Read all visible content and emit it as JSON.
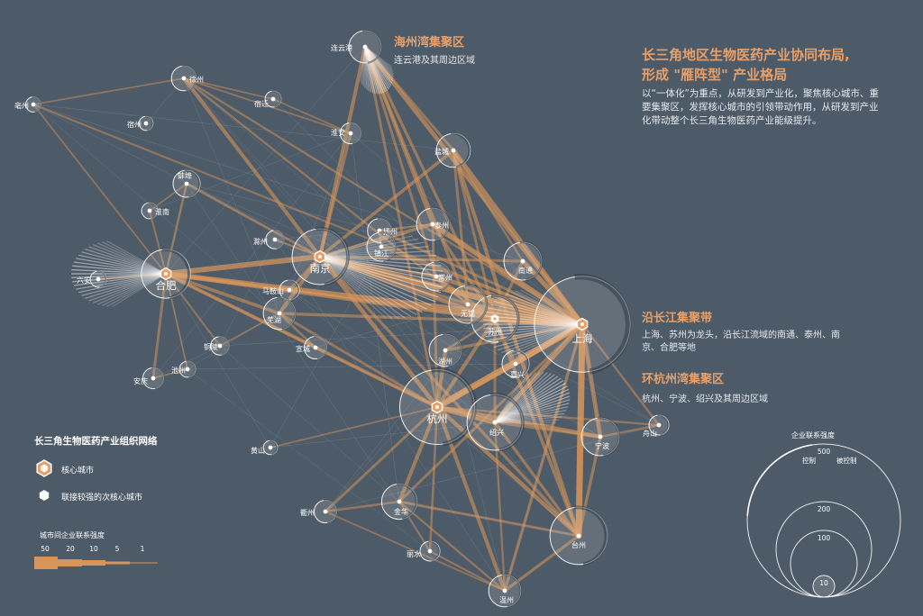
{
  "title_line1": "长三角地区生物医药产业协同布局,",
  "title_line2": "形成 \"雁阵型\" 产业格局",
  "description": "以“一体化”为重点，从研发到产业化，聚焦核心城市、重要集聚区，发挥核心城市的引领带动作用，从研发到产业化带动整个长三角生物医药产业能级提升。",
  "regions": [
    {
      "id": "haizhou",
      "name": "海州湾集聚区",
      "desc": "连云港及其周边区域"
    },
    {
      "id": "yanjiang",
      "name": "沿长江集聚带",
      "desc": "上海、苏州为龙头，沿长江流域的南通、泰州、南京、合肥等地"
    },
    {
      "id": "hangzhouwan",
      "name": "环杭州湾集聚区",
      "desc": "杭州、宁波、绍兴及其周边区域"
    }
  ],
  "legend": {
    "title": "长三角生物医药产业组织网络",
    "core_label": "核心城市",
    "sub_label": "联接较强的次核心城市",
    "link_title": "城市间企业联系强度",
    "link_ticks": [
      "50",
      "20",
      "10",
      "5",
      "1"
    ],
    "strength_title": "企业联系强度",
    "strength_ticks": [
      "500",
      "200",
      "100",
      "10"
    ],
    "control_label": "控制",
    "controlled_label": "被控制"
  },
  "colors": {
    "background": "#4d5a67",
    "accent": "#e9a068",
    "link": "#d7955a",
    "node": "#ffffff"
  },
  "cities": [
    {
      "id": "shanghai",
      "name": "上海",
      "type": "core",
      "strength": 500
    },
    {
      "id": "nanjing",
      "name": "南京",
      "type": "core",
      "strength": 150
    },
    {
      "id": "hefei",
      "name": "合肥",
      "type": "core",
      "strength": 110
    },
    {
      "id": "hangzhou",
      "name": "杭州",
      "type": "core",
      "strength": 290
    },
    {
      "id": "suzhou",
      "name": "苏州",
      "type": "sub",
      "strength": 100
    },
    {
      "id": "lianyungang",
      "name": "连云港",
      "type": "normal",
      "strength": 40
    },
    {
      "id": "xuzhou",
      "name": "徐州",
      "type": "normal",
      "strength": 20
    },
    {
      "id": "suqian",
      "name": "宿迁",
      "type": "normal",
      "strength": 5
    },
    {
      "id": "bozhou",
      "name": "亳州",
      "type": "normal",
      "strength": 4
    },
    {
      "id": "suzhou_ah",
      "name": "宿州",
      "type": "normal",
      "strength": 3
    },
    {
      "id": "huaian",
      "name": "淮安",
      "type": "normal",
      "strength": 12
    },
    {
      "id": "yancheng",
      "name": "盐城",
      "type": "normal",
      "strength": 45
    },
    {
      "id": "bengbu",
      "name": "蚌埠",
      "type": "normal",
      "strength": 25
    },
    {
      "id": "huainan",
      "name": "淮南",
      "type": "normal",
      "strength": 5
    },
    {
      "id": "chuzhou",
      "name": "滁州",
      "type": "normal",
      "strength": 8
    },
    {
      "id": "yangzhou",
      "name": "扬州",
      "type": "normal",
      "strength": 18
    },
    {
      "id": "zhenjiang",
      "name": "镇江",
      "type": "normal",
      "strength": 30
    },
    {
      "id": "taizhou_js",
      "name": "泰州",
      "type": "normal",
      "strength": 40
    },
    {
      "id": "nantong",
      "name": "南通",
      "type": "normal",
      "strength": 60
    },
    {
      "id": "liuan",
      "name": "六安",
      "type": "normal",
      "strength": 5
    },
    {
      "id": "maanshan",
      "name": "马鞍山",
      "type": "normal",
      "strength": 10
    },
    {
      "id": "changzhou",
      "name": "常州",
      "type": "normal",
      "strength": 30
    },
    {
      "id": "wuxi",
      "name": "无锡",
      "type": "normal",
      "strength": 60
    },
    {
      "id": "wuhu",
      "name": "芜湖",
      "type": "normal",
      "strength": 40
    },
    {
      "id": "tongling",
      "name": "铜陵",
      "type": "normal",
      "strength": 8
    },
    {
      "id": "xuancheng",
      "name": "宣城",
      "type": "normal",
      "strength": 15
    },
    {
      "id": "chizhou",
      "name": "池州",
      "type": "normal",
      "strength": 5
    },
    {
      "id": "anqing",
      "name": "安庆",
      "type": "normal",
      "strength": 12
    },
    {
      "id": "huzhou",
      "name": "湖州",
      "type": "normal",
      "strength": 40
    },
    {
      "id": "jiaxing",
      "name": "嘉兴",
      "type": "normal",
      "strength": 25
    },
    {
      "id": "shaoxing",
      "name": "绍兴",
      "type": "normal",
      "strength": 150
    },
    {
      "id": "ningbo",
      "name": "宁波",
      "type": "normal",
      "strength": 60
    },
    {
      "id": "zhoushan",
      "name": "舟山",
      "type": "normal",
      "strength": 10
    },
    {
      "id": "huangshan",
      "name": "黄山",
      "type": "normal",
      "strength": 3
    },
    {
      "id": "jinhua",
      "name": "金华",
      "type": "normal",
      "strength": 50
    },
    {
      "id": "quzhou",
      "name": "衢州",
      "type": "normal",
      "strength": 15
    },
    {
      "id": "lishui",
      "name": "丽水",
      "type": "normal",
      "strength": 10
    },
    {
      "id": "taizhou_zj",
      "name": "台州",
      "type": "normal",
      "strength": 160
    },
    {
      "id": "wenzhou",
      "name": "温州",
      "type": "normal",
      "strength": 40
    }
  ],
  "links": [
    [
      "shanghai",
      "suzhou",
      50
    ],
    [
      "shanghai",
      "hangzhou",
      45
    ],
    [
      "shanghai",
      "nanjing",
      40
    ],
    [
      "shanghai",
      "hefei",
      30
    ],
    [
      "shanghai",
      "taizhou_zj",
      45
    ],
    [
      "shanghai",
      "lianyungang",
      20
    ],
    [
      "shanghai",
      "yancheng",
      22
    ],
    [
      "shanghai",
      "nantong",
      25
    ],
    [
      "shanghai",
      "taizhou_js",
      30
    ],
    [
      "shanghai",
      "wuxi",
      25
    ],
    [
      "shanghai",
      "changzhou",
      20
    ],
    [
      "shanghai",
      "jiaxing",
      20
    ],
    [
      "shanghai",
      "ningbo",
      20
    ],
    [
      "shanghai",
      "shaoxing",
      22
    ],
    [
      "shanghai",
      "huzhou",
      10
    ],
    [
      "shanghai",
      "jinhua",
      8
    ],
    [
      "shanghai",
      "wenzhou",
      10
    ],
    [
      "shanghai",
      "xuzhou",
      5
    ],
    [
      "shanghai",
      "zhoushan",
      5
    ],
    [
      "shanghai",
      "zhenjiang",
      10
    ],
    [
      "shanghai",
      "yangzhou",
      8
    ],
    [
      "shanghai",
      "wuhu",
      10
    ],
    [
      "nanjing",
      "hefei",
      30
    ],
    [
      "nanjing",
      "xuzhou",
      15
    ],
    [
      "nanjing",
      "huaian",
      10
    ],
    [
      "nanjing",
      "lianyungang",
      15
    ],
    [
      "nanjing",
      "hangzhou",
      20
    ],
    [
      "nanjing",
      "suzhou",
      20
    ],
    [
      "nanjing",
      "wuhu",
      15
    ],
    [
      "nanjing",
      "yancheng",
      12
    ],
    [
      "nanjing",
      "taizhou_js",
      12
    ],
    [
      "nanjing",
      "bengbu",
      8
    ],
    [
      "nanjing",
      "chuzhou",
      5
    ],
    [
      "nanjing",
      "maanshan",
      8
    ],
    [
      "nanjing",
      "wuxi",
      10
    ],
    [
      "nanjing",
      "changzhou",
      10
    ],
    [
      "nanjing",
      "nantong",
      8
    ],
    [
      "nanjing",
      "taizhou_zj",
      10
    ],
    [
      "hefei",
      "wuhu",
      12
    ],
    [
      "hefei",
      "anqing",
      8
    ],
    [
      "hefei",
      "bengbu",
      6
    ],
    [
      "hefei",
      "liuan",
      5
    ],
    [
      "hefei",
      "bozhou",
      3
    ],
    [
      "hefei",
      "hangzhou",
      15
    ],
    [
      "hefei",
      "suzhou",
      20
    ],
    [
      "hefei",
      "maanshan",
      6
    ],
    [
      "hefei",
      "huainan",
      4
    ],
    [
      "hefei",
      "xuancheng",
      5
    ],
    [
      "hefei",
      "tongling",
      4
    ],
    [
      "hefei",
      "chizhou",
      3
    ],
    [
      "hangzhou",
      "shaoxing",
      30
    ],
    [
      "hangzhou",
      "ningbo",
      20
    ],
    [
      "hangzhou",
      "jinhua",
      15
    ],
    [
      "hangzhou",
      "taizhou_zj",
      18
    ],
    [
      "hangzhou",
      "wenzhou",
      15
    ],
    [
      "hangzhou",
      "huzhou",
      15
    ],
    [
      "hangzhou",
      "jiaxing",
      15
    ],
    [
      "hangzhou",
      "quzhou",
      8
    ],
    [
      "hangzhou",
      "lishui",
      6
    ],
    [
      "hangzhou",
      "suzhou",
      15
    ],
    [
      "hangzhou",
      "huangshan",
      3
    ],
    [
      "hangzhou",
      "xuancheng",
      5
    ],
    [
      "hangzhou",
      "zhoushan",
      5
    ],
    [
      "hangzhou",
      "lianyungang",
      8
    ],
    [
      "hangzhou",
      "taizhou_js",
      8
    ],
    [
      "suzhou",
      "wuxi",
      15
    ],
    [
      "suzhou",
      "changzhou",
      10
    ],
    [
      "suzhou",
      "nantong",
      10
    ],
    [
      "suzhou",
      "taizhou_zj",
      12
    ],
    [
      "suzhou",
      "jiaxing",
      8
    ],
    [
      "suzhou",
      "lianyungang",
      10
    ],
    [
      "suzhou",
      "yancheng",
      8
    ],
    [
      "suzhou",
      "taizhou_js",
      10
    ],
    [
      "suzhou",
      "huzhou",
      6
    ],
    [
      "suzhou",
      "shaoxing",
      8
    ],
    [
      "lianyungang",
      "taizhou_js",
      12
    ],
    [
      "lianyungang",
      "wuxi",
      10
    ],
    [
      "lianyungang",
      "changzhou",
      8
    ],
    [
      "lianyungang",
      "yancheng",
      8
    ],
    [
      "yancheng",
      "taizhou_zj",
      15
    ],
    [
      "yancheng",
      "wuxi",
      8
    ],
    [
      "yancheng",
      "nantong",
      5
    ],
    [
      "taizhou_zj",
      "wenzhou",
      10
    ],
    [
      "taizhou_zj",
      "ningbo",
      10
    ],
    [
      "taizhou_zj",
      "shaoxing",
      10
    ],
    [
      "taizhou_zj",
      "jinhua",
      8
    ],
    [
      "wenzhou",
      "jinhua",
      5
    ],
    [
      "wenzhou",
      "shaoxing",
      5
    ],
    [
      "wenzhou",
      "lishui",
      4
    ],
    [
      "xuzhou",
      "bozhou",
      3
    ],
    [
      "xuzhou",
      "suqian",
      3
    ],
    [
      "xuzhou",
      "huaian",
      3
    ],
    [
      "xuzhou",
      "wuxi",
      5
    ],
    [
      "bengbu",
      "huainan",
      3
    ],
    [
      "wuhu",
      "xuancheng",
      5
    ],
    [
      "wuhu",
      "tongling",
      3
    ],
    [
      "wuhu",
      "hangzhou",
      8
    ],
    [
      "maanshan",
      "suzhou",
      5
    ],
    [
      "changzhou",
      "wuxi",
      6
    ],
    [
      "taizhou_js",
      "yangzhou",
      5
    ],
    [
      "zhenjiang",
      "yangzhou",
      6
    ],
    [
      "ningbo",
      "shaoxing",
      8
    ],
    [
      "ningbo",
      "zhoushan",
      6
    ],
    [
      "jinhua",
      "quzhou",
      6
    ],
    [
      "jinhua",
      "lishui",
      4
    ],
    [
      "quzhou",
      "wenzhou",
      3
    ],
    [
      "anqing",
      "chizhou",
      3
    ],
    [
      "huaian",
      "suqian",
      3
    ],
    [
      "bozhou",
      "shanghai",
      4
    ]
  ]
}
